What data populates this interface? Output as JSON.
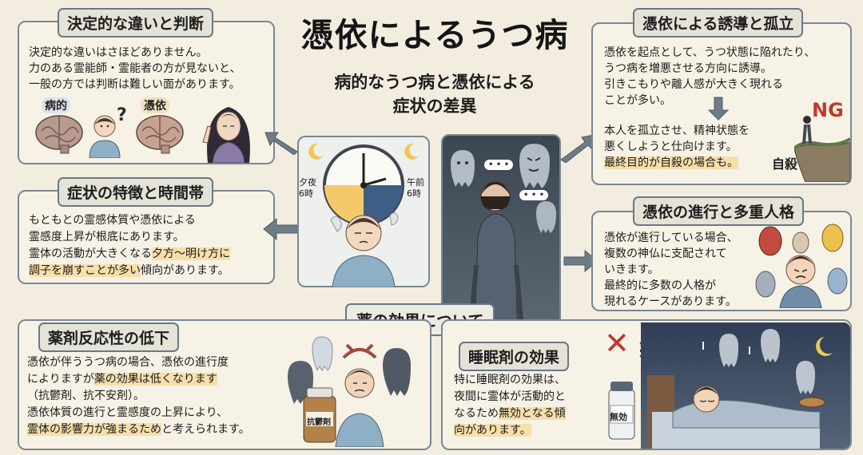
{
  "title": "憑依によるうつ病",
  "subtitle": [
    "病的なうつ病と憑依による",
    "症状の差異"
  ],
  "panel_decisive": {
    "heading": "決定的な違いと判断",
    "lines": [
      "決定的な違いはさほどありません。",
      "力のある霊能師・霊能者の方が見ないと、",
      "一般の方では判断は難しい面があります。"
    ],
    "label_pathological": "病的",
    "label_possession": "憑依",
    "question_mark": "?"
  },
  "panel_symptoms": {
    "heading": "症状の特徴と時間帯",
    "lines": [
      "もともとの霊感体質や憑依による",
      "霊感度上昇が根底にあります。"
    ],
    "line3_plain": "霊体の活動が大きくなる",
    "line3_highlight": "夕方〜明け方に",
    "line4_highlight": "調子を崩すことが多い",
    "line4_plain": "傾向があります。"
  },
  "clock": {
    "left_label": [
      "夕夜",
      "6時"
    ],
    "right_label": [
      "午前",
      "6時"
    ]
  },
  "panel_induction": {
    "heading": "憑依による誘導と孤立",
    "lines": [
      "憑依を起点として、うつ状態に陥れたり、",
      "うつ病を増悪させる方向に誘導。",
      "引きこもりや離人感が大きく現れる",
      "ことが多い。",
      "本人を孤立させ、精神状態を",
      "悪くしようと仕向けます。"
    ],
    "final_highlight": "最終目的が自殺の場合も。",
    "ng_label": "NG",
    "suicide_label": "自殺"
  },
  "panel_progress": {
    "heading": "憑依の進行と多重人格",
    "lines": [
      "憑依が進行している場合、",
      "複数の神仏に支配されて",
      "いきます。",
      "最終的に多数の人格が",
      "現れるケースがあります。"
    ]
  },
  "section_medicine": {
    "heading": "薬の効果について"
  },
  "panel_drug": {
    "heading": "薬剤反応性の低下",
    "line1": "憑依が伴ううつ病の場合、憑依の進行度",
    "line2_plain": "によりますが",
    "line2_highlight": "薬の効果は低くなります",
    "lines_rest": [
      "（抗鬱剤、抗不安剤）。",
      "憑依体質の進行と霊感度の上昇により、"
    ],
    "line_last_highlight": "霊体の影響力が強まるため",
    "line_last_plain": "と考えられます。",
    "bottle_label": "抗鬱剤"
  },
  "panel_sleep": {
    "heading": "睡眠剤の効果",
    "lines": [
      "特に睡眠剤の効果は、",
      "夜間に霊体が活動的と",
      "なるため"
    ],
    "highlight1": "無効となる傾",
    "highlight2": "向があります。",
    "line3_tail": "無効となる傾",
    "invalid_label": "無効",
    "bottle_label": "無効",
    "cross": "✕"
  },
  "dots": "• • •",
  "colors": {
    "panel_border": "#7b8793",
    "highlight": "#f6dfa9",
    "background": "#f3ede0",
    "cross_red": "#c0392b"
  }
}
